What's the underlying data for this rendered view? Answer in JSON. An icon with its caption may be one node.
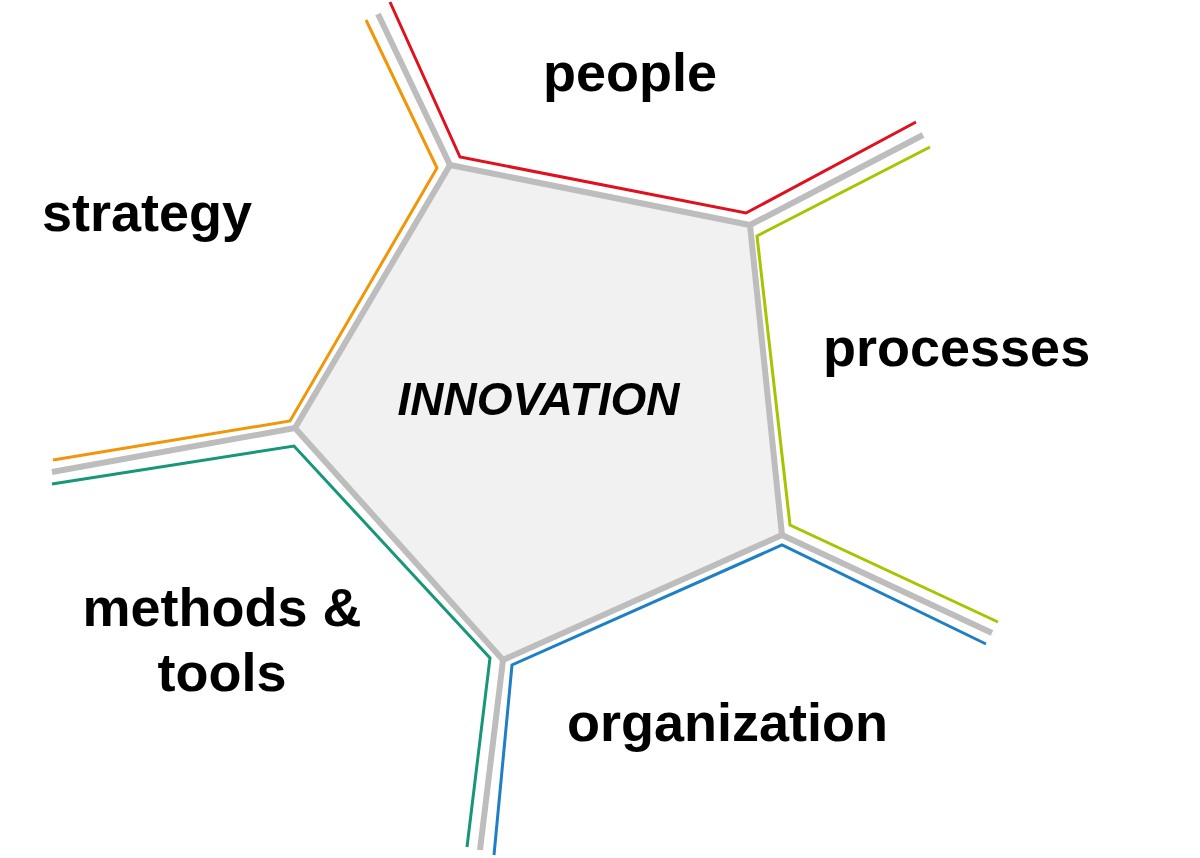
{
  "diagram": {
    "nodes": [
      {
        "text": [
          "INNOVATION"
        ]
      }
    ],
    "edges": [],
    "labels": [
      "people",
      "strategy",
      "processes",
      "methods & tools",
      "organization"
    ]
  }
}
